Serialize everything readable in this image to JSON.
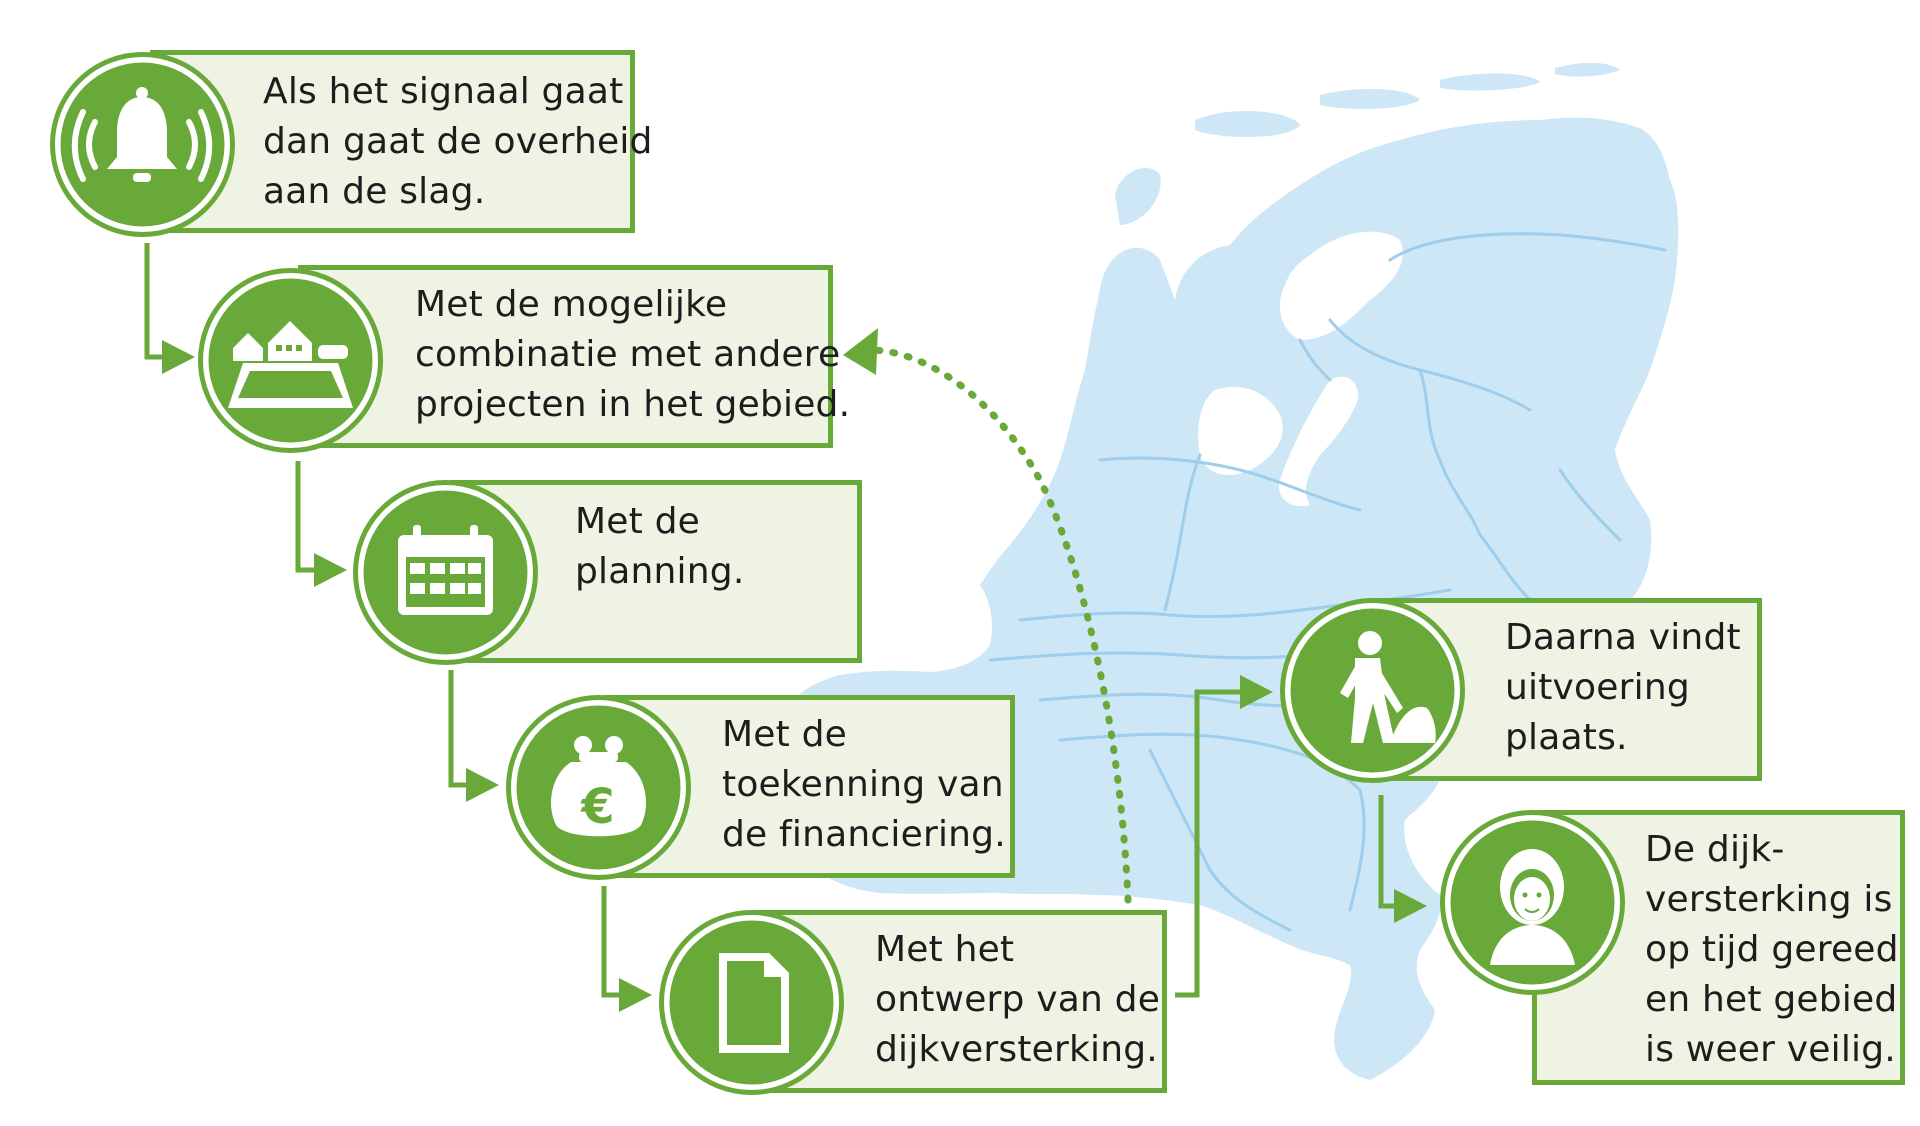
{
  "colors": {
    "accent": "#69a93a",
    "box_fill": "#eef3e3",
    "map": "#cde7f6",
    "map_line": "#9fcdec",
    "text": "#1d1d1d"
  },
  "steps": [
    {
      "id": "signal",
      "icon": "bell-icon",
      "text": "Als het signaal gaat\ndan gaat de overheid\naan de slag."
    },
    {
      "id": "combination",
      "icon": "area-houses-icon",
      "text": "Met de mogelijke\ncombinatie met andere\nprojecten in het gebied."
    },
    {
      "id": "planning",
      "icon": "calendar-icon",
      "text": "Met de\nplanning."
    },
    {
      "id": "financing",
      "icon": "money-bag-icon",
      "text": "Met de\ntoekenning van\nde financiering."
    },
    {
      "id": "design",
      "icon": "document-icon",
      "text": "Met het\nontwerp van de\ndijkversterking."
    },
    {
      "id": "execution",
      "icon": "worker-digging-icon",
      "text": "Daarna vindt\nuitvoering\nplaats."
    },
    {
      "id": "result",
      "icon": "woman-icon",
      "text": "De dijk-\nversterking is\nop tijd gereed\nen het gebied\nis weer veilig."
    }
  ]
}
